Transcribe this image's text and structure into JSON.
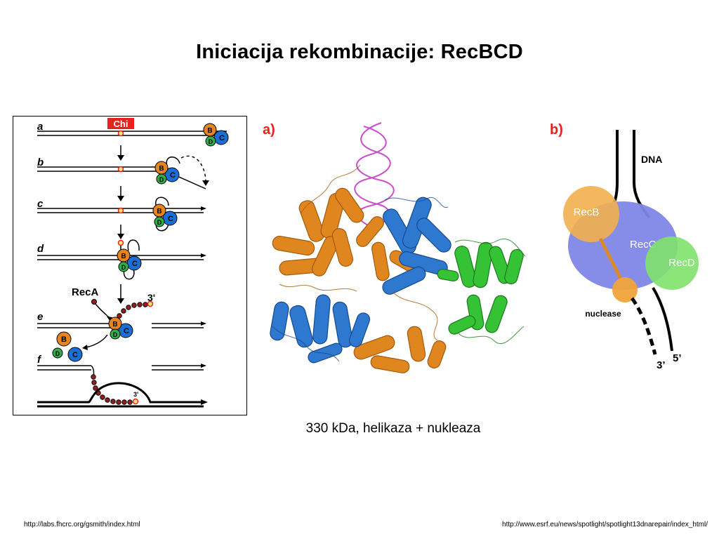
{
  "slide": {
    "title": "Iniciacija rekombinacije: RecBCD",
    "caption": "330 kDa, helikaza + nukleaza",
    "source_left": "http://labs.fhcrc.org/gsmith/index.html",
    "source_right": "http://www.esrf.eu/news/spotlight/spotlight13dnarepair/index_html/"
  },
  "figure_left": {
    "chi_label": "Chi",
    "steps": [
      "a",
      "b",
      "c",
      "d",
      "e",
      "f"
    ],
    "subunits": {
      "b": "B",
      "c": "C",
      "d": "D"
    },
    "reca_label": "RecA",
    "end_label": "3'",
    "colors": {
      "recb": "#e8841e",
      "recc": "#1a6fd6",
      "recd": "#2fae4a",
      "chi": "#e8201e"
    }
  },
  "figure_middle": {
    "panel_label": "a)"
  },
  "figure_right": {
    "panel_label": "b)",
    "dna_label": "DNA",
    "recb_label": "RecB",
    "recc_label": "RecC",
    "recd_label": "RecD",
    "nuclease_label": "nuclease",
    "end3_label": "3’",
    "end5_label": "5’",
    "colors": {
      "recb": "#f2b04e",
      "recc": "#7f87e8",
      "recd": "#7ee26a",
      "nuclease": "#f0a43a"
    }
  }
}
